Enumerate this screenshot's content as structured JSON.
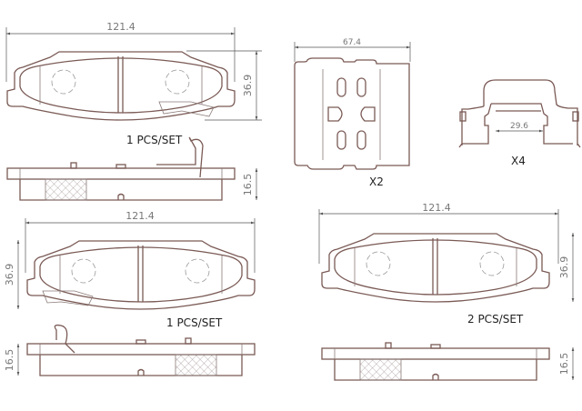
{
  "dimensions": {
    "pad_width": "121.4",
    "pad_height": "36.9",
    "pad_thickness": "16.5",
    "shim_width": "67.4",
    "clip_width": "29.6"
  },
  "labels": {
    "pad_inner_qty": "1 PCS/SET",
    "pad_inner2_qty": "1 PCS/SET",
    "pad_outer_qty": "2 PCS/SET",
    "shim_qty": "X2",
    "clip_qty": "X4"
  },
  "colors": {
    "outline": "#7a5a55",
    "dimension": "#555555"
  }
}
